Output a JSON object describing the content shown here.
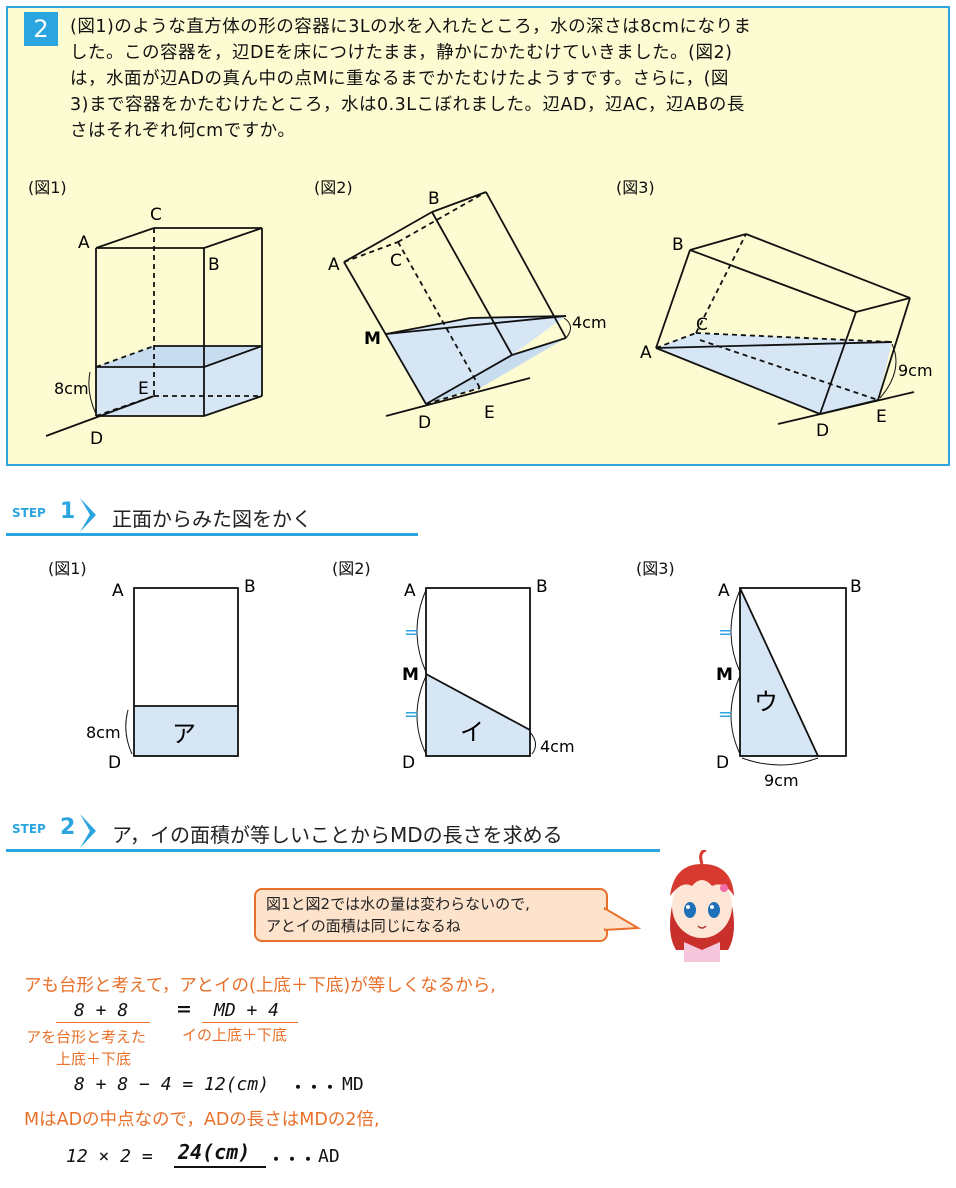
{
  "problem": {
    "number": "2",
    "text_lines": [
      "(図1)のような直方体の形の容器に3Lの水を入れたところ，水の深さは8cmになりま",
      "した。この容器を，辺DEを床につけたまま，静かにかたむけていきました。(図2)",
      "は，水面が辺ADの真ん中の点Mに重なるまでかたむけたようすです。さらに，(図",
      "3)まで容器をかたむけたところ，水は0.3Lこぼれました。辺AD，辺AC，辺ABの長",
      "さはそれぞれ何cmですか。"
    ],
    "fig_labels": [
      "(図1)",
      "(図2)",
      "(図3)"
    ],
    "fig1": {
      "A": "A",
      "B": "B",
      "C": "C",
      "D": "D",
      "E": "E",
      "depth": "8cm"
    },
    "fig2": {
      "A": "A",
      "B": "B",
      "C": "C",
      "D": "D",
      "E": "E",
      "M": "M",
      "depth": "4cm"
    },
    "fig3": {
      "A": "A",
      "B": "B",
      "C": "C",
      "D": "D",
      "E": "E",
      "depth": "9cm"
    }
  },
  "step1": {
    "badge_word": "STEP",
    "badge_num": "1",
    "title": "正面からみた図をかく",
    "fig_labels": [
      "(図1)",
      "(図2)",
      "(図3)"
    ],
    "f1": {
      "A": "A",
      "B": "B",
      "D": "D",
      "depth": "8cm",
      "region": "ア"
    },
    "f2": {
      "A": "A",
      "B": "B",
      "D": "D",
      "M": "M",
      "depth": "4cm",
      "region": "イ",
      "tick": "="
    },
    "f3": {
      "A": "A",
      "B": "B",
      "D": "D",
      "M": "M",
      "depth": "9cm",
      "region": "ウ",
      "tick": "="
    }
  },
  "step2": {
    "badge_word": "STEP",
    "badge_num": "2",
    "title": "ア，イの面積が等しいことからMDの長さを求める",
    "bubble_lines": [
      "図1と図2では水の量は変わらないので,",
      "アとイの面積は同じになるね"
    ],
    "line1": "アも台形と考えて，アとイの(上底＋下底)が等しくなるから,",
    "eq1_left": "8 + 8",
    "eq1_eq": "=",
    "eq1_right": "MD + 4",
    "note_left_1": "アを台形と考えた",
    "note_left_2": "上底＋下底",
    "note_right": "イの上底＋下底",
    "eq2": "8 + 8 − 4 = 12(cm)",
    "eq2_dots": "・・・",
    "eq2_tail": "MD",
    "line2": "MはADの中点なので，ADの長さはMDの2倍,",
    "eq3_left": "12 × 2 =",
    "eq3_answer": "24(cm)",
    "eq3_dots": "・・・",
    "eq3_tail": "AD"
  },
  "colors": {
    "accent": "#2aa5e0",
    "water": "#d6e6f5",
    "panel": "#fdfbd2",
    "orange": "#e8702a",
    "bubble": "#fde2cc"
  }
}
